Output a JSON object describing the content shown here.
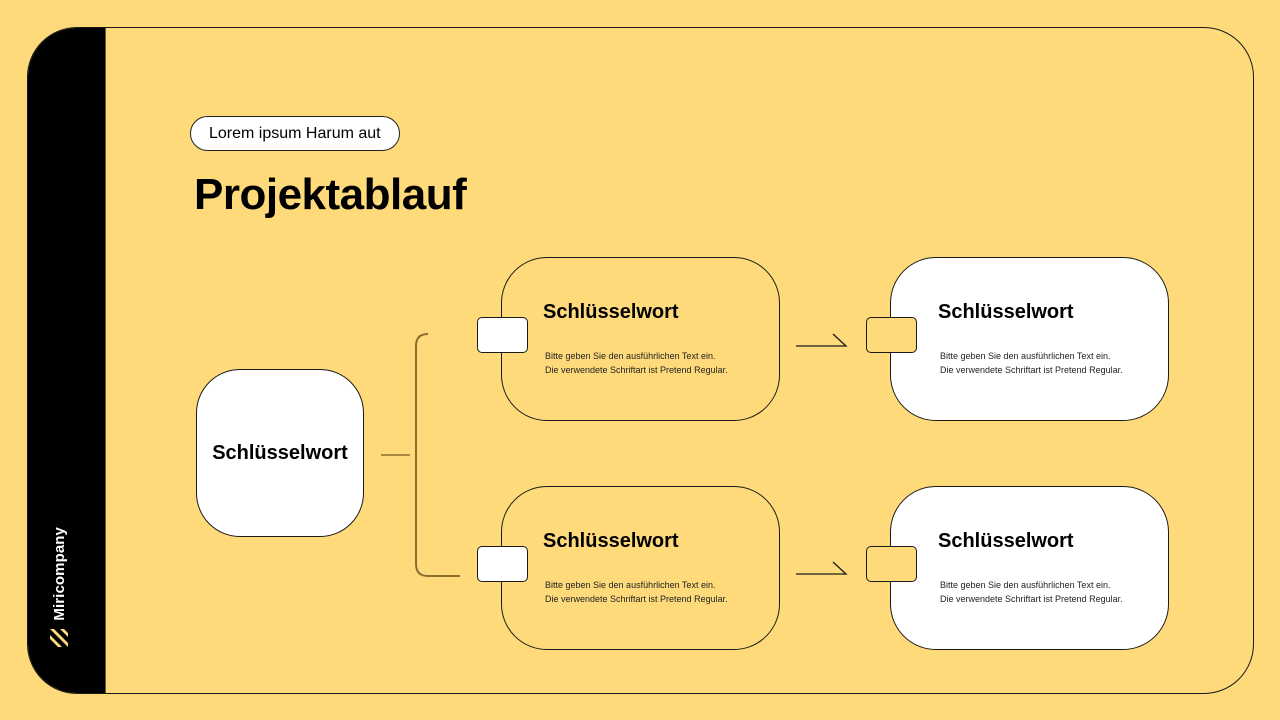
{
  "sidebar": {
    "brand_name": "Miricompany",
    "logo_icon": "stripes-logo-icon",
    "colors": {
      "background": "#000000",
      "logo": "#FFDA7B",
      "text": "#FFFFFF"
    }
  },
  "header": {
    "tag": "Lorem ipsum Harum aut",
    "title": "Projektablauf"
  },
  "diagram": {
    "root": {
      "label": "Schlüsselwort"
    },
    "branches": [
      {
        "steps": [
          {
            "title": "Schlüsselwort",
            "desc_line1": "Bitte geben Sie den ausführlichen Text ein.",
            "desc_line2": "Die verwendete Schriftart ist Pretend Regular.",
            "style": "yellow"
          },
          {
            "title": "Schlüsselwort",
            "desc_line1": "Bitte geben Sie den ausführlichen Text ein.",
            "desc_line2": "Die verwendete Schriftart ist Pretend Regular.",
            "style": "white"
          }
        ]
      },
      {
        "steps": [
          {
            "title": "Schlüsselwort",
            "desc_line1": "Bitte geben Sie den ausführlichen Text ein.",
            "desc_line2": "Die verwendete Schriftart ist Pretend Regular.",
            "style": "yellow"
          },
          {
            "title": "Schlüsselwort",
            "desc_line1": "Bitte geben Sie den ausführlichen Text ein.",
            "desc_line2": "Die verwendete Schriftart ist Pretend Regular.",
            "style": "white"
          }
        ]
      }
    ]
  },
  "theme": {
    "background": "#FFDA7B",
    "outline": "#1A1A1A",
    "bracket": "#8A6E2F",
    "card_white": "#FFFFFF"
  }
}
